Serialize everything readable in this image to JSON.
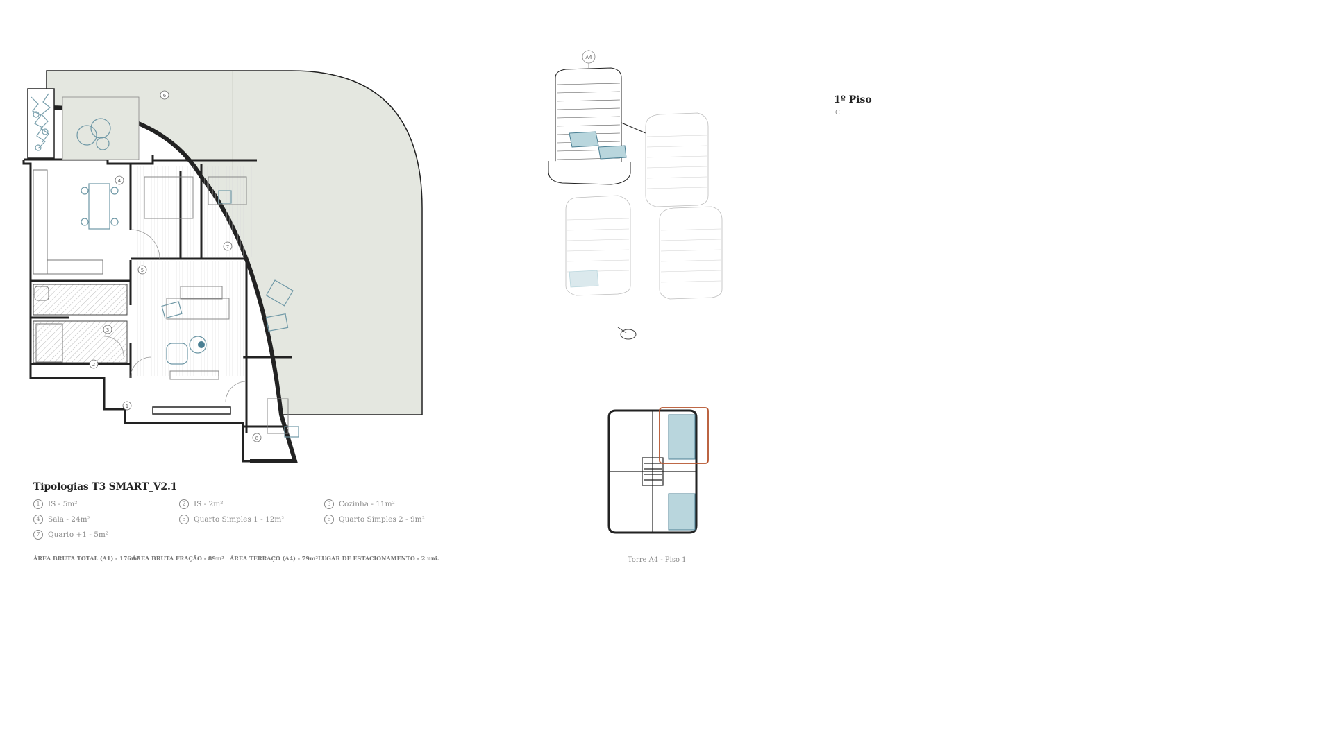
{
  "plan": {
    "title": "Tipologias T3 SMART_V2.1",
    "rooms": [
      {
        "num": "1",
        "label": "IS - 5m²"
      },
      {
        "num": "2",
        "label": "IS - 2m²"
      },
      {
        "num": "3",
        "label": "Cozinha - 11m²"
      },
      {
        "num": "4",
        "label": "Sala - 24m²"
      },
      {
        "num": "5",
        "label": "Quarto Simples 1 - 12m²"
      },
      {
        "num": "6",
        "label": "Quarto Simples 2 - 9m²"
      },
      {
        "num": "7",
        "label": "Quarto +1 - 5m²"
      }
    ],
    "areas": [
      "ÁREA BRUTA TOTAL (A1) - 176m²",
      "ÁREA BRUTA FRAÇÃO - 89m²",
      "ÁREA TERRAÇO (A4) - 79m²",
      "LUGAR DE ESTACIONAMENTO - 2 uni."
    ],
    "room_markers": [
      "1",
      "2",
      "3",
      "4",
      "5",
      "6",
      "7",
      "8"
    ]
  },
  "axonometric": {
    "tower_tag": "A4"
  },
  "floor": {
    "title": "1º Piso",
    "subtitle": "C"
  },
  "key_plan": {
    "caption": "Torre A4 - Piso 1"
  },
  "colors": {
    "wall": "#222222",
    "terrace": "#e4e7e0",
    "highlight": "#b9d6dd",
    "highlight_stroke": "#4a7f93",
    "selection": "#b5532d",
    "muted_text": "#8a8a8a"
  }
}
